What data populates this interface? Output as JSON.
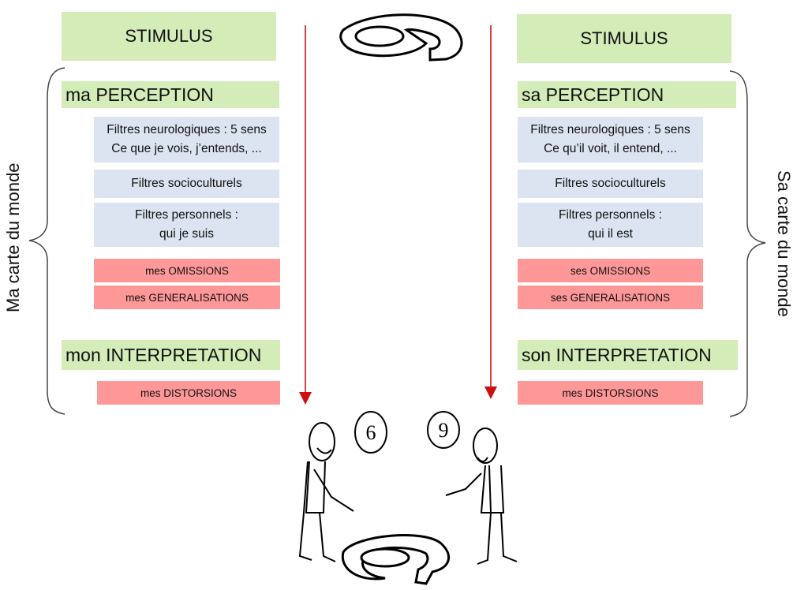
{
  "left": {
    "side_label": "Ma carte du monde",
    "stimulus": "STIMULUS",
    "perception": "ma PERCEPTION",
    "filters": [
      {
        "line1": "Filtres neurologiques : 5 sens",
        "line2": "Ce que je vois, j’entends, ..."
      },
      {
        "line1": "Filtres  socioculturels",
        "line2": ""
      },
      {
        "line1": "Filtres personnels :",
        "line2": "qui je suis"
      }
    ],
    "omissions": "mes OMISSIONS",
    "generalisations": "mes GENERALISATIONS",
    "interpretation": "mon INTERPRETATION",
    "distorsions": "mes DISTORSIONS"
  },
  "right": {
    "side_label": "Sa carte du monde",
    "stimulus": "STIMULUS",
    "perception": "sa PERCEPTION",
    "filters": [
      {
        "line1": "Filtres neurologiques : 5 sens",
        "line2": "Ce qu’il voit, il entend, ..."
      },
      {
        "line1": "Filtres  socioculturels",
        "line2": ""
      },
      {
        "line1": "Filtres personnels :",
        "line2": "qui il est"
      }
    ],
    "omissions": "ses OMISSIONS",
    "generalisations": "ses GENERALISATIONS",
    "interpretation": "son INTERPRETATION",
    "distorsions": "mes DISTORSIONS"
  },
  "illustration": {
    "top_figure": "6",
    "left_speech": "6",
    "right_speech": "9",
    "bottom_figure": "6"
  },
  "colors": {
    "green": "#d3ecb8",
    "blue": "#dbe4f0",
    "red": "#fe9798",
    "arrow": "#cc1111"
  }
}
